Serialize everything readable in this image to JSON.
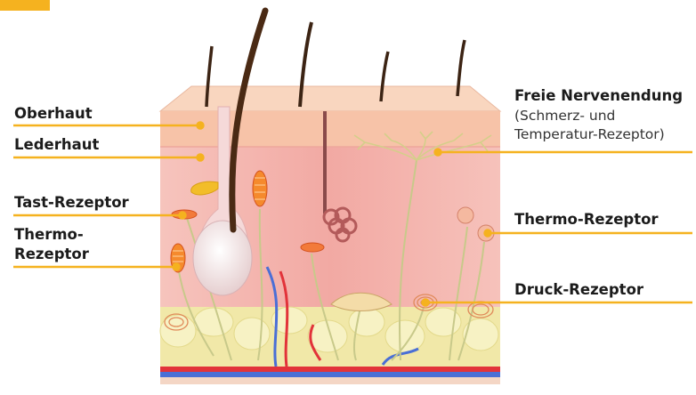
{
  "labels": {
    "oberhaut": "Oberhaut",
    "lederhaut": "Lederhaut",
    "tast_rezeptor": "Tast-Rezeptor",
    "thermo_left_line1": "Thermo-",
    "thermo_left_line2": "Rezeptor",
    "freie_nervenendung": "Freie Nervenendung",
    "freie_sub_line1": "(Schmerz- und",
    "freie_sub_line2": "Temperatur-Rezeptor)",
    "thermo_right": "Thermo-Rezeptor",
    "druck_rezeptor": "Druck-Rezeptor"
  },
  "colors": {
    "accent": "#f5b21f",
    "epidermis": "#f7c9ae",
    "dermis": "#f3b3ac",
    "fat": "#f4eeb0",
    "artery": "#e2333a",
    "vein": "#4a6fd6",
    "hair": "#4a2a14",
    "nerve": "#c8c98a"
  }
}
